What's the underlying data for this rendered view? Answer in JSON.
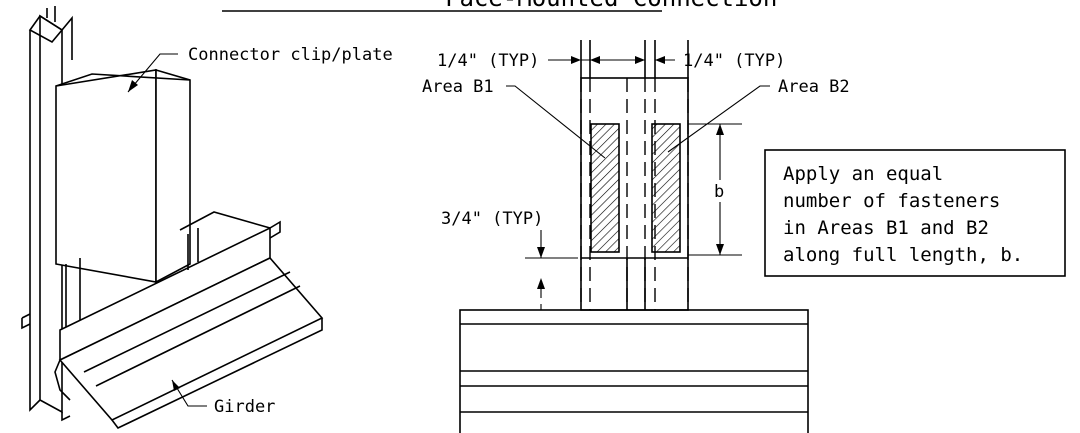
{
  "title": "Face-Mounted Connection",
  "labels": {
    "connector": "Connector clip/plate",
    "girder": "Girder",
    "dim_left": "1/4\" (TYP)",
    "dim_right": "1/4\" (TYP)",
    "area_b1": "Area B1",
    "area_b2": "Area B2",
    "dim_b": "b",
    "dim_bottom": "3/4\" (TYP)"
  },
  "note": {
    "lines": [
      "Apply an equal",
      "number of fasteners",
      "in Areas B1 and B2",
      "along full length, b."
    ]
  }
}
